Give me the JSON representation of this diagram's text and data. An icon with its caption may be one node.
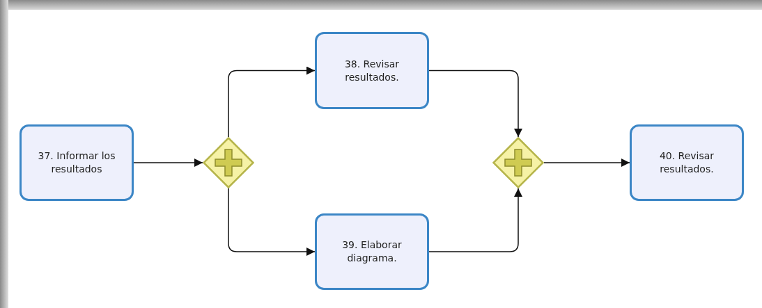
{
  "diagram": {
    "nodes": [
      {
        "text": [
          "37. Informar los resultados"
        ]
      },
      {
        "text": [],
        "shape": "diamond"
      },
      {
        "text": [
          "38. Revisar resultados."
        ]
      },
      {
        "text": [
          "39. Elaborar diagrama."
        ]
      },
      {
        "text": [],
        "shape": "diamond"
      },
      {
        "text": [
          "40. Revisar resultados."
        ]
      }
    ],
    "edges": [
      {
        "from": 0,
        "to": 1,
        "arrow": "to"
      },
      {
        "from": 1,
        "to": 2,
        "arrow": "to"
      },
      {
        "from": 1,
        "to": 3,
        "arrow": "to"
      },
      {
        "from": 2,
        "to": 4,
        "arrow": "to"
      },
      {
        "from": 3,
        "to": 4,
        "arrow": "to"
      },
      {
        "from": 4,
        "to": 5,
        "arrow": "to"
      }
    ]
  }
}
